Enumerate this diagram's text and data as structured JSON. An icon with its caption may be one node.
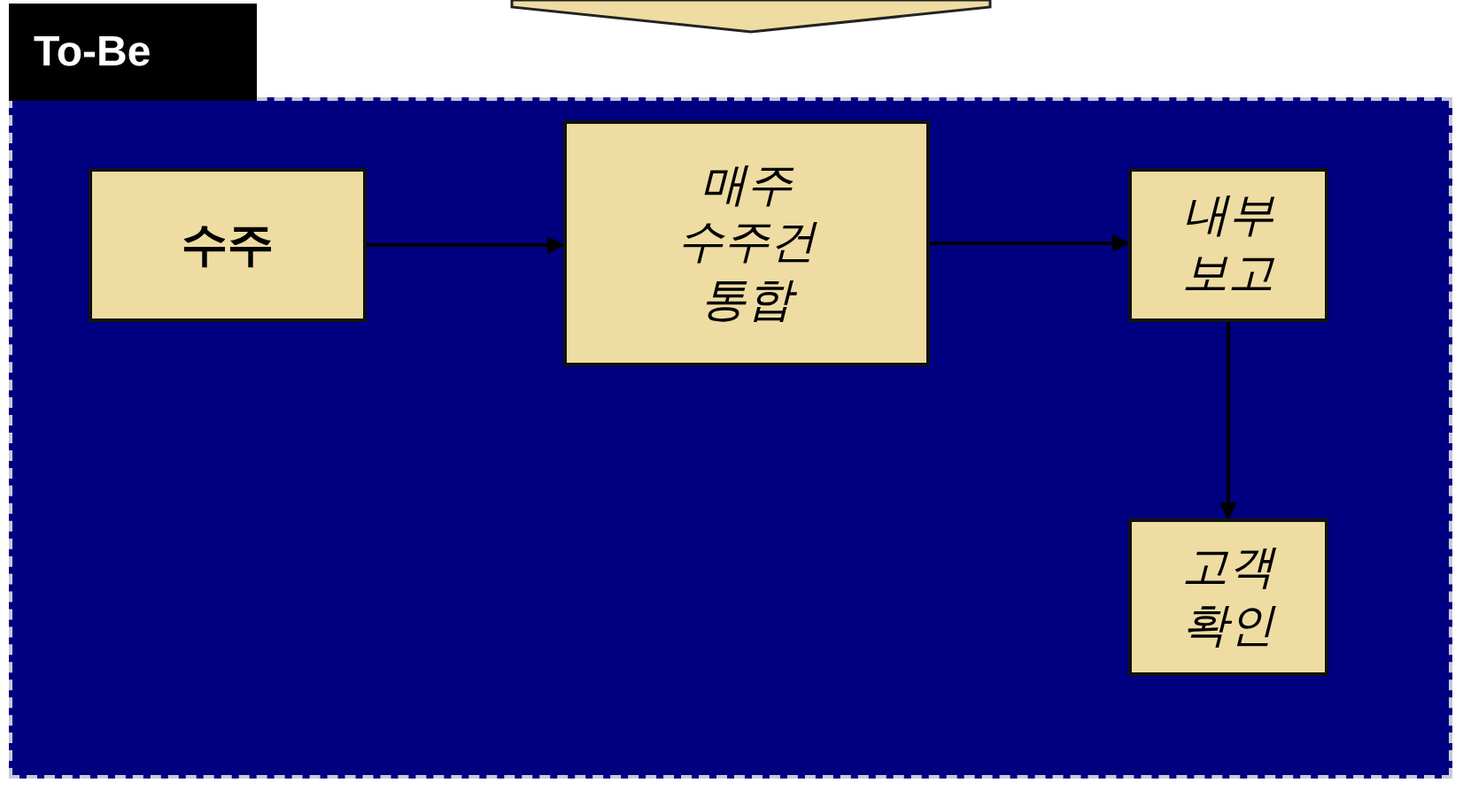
{
  "diagram": {
    "nodes": [
      {
        "text": [
          "To-Be"
        ]
      },
      {
        "text": [
          "수주"
        ],
        "in": 0
      },
      {
        "text": [
          "매주 수주건 통합"
        ],
        "in": 0
      },
      {
        "text": [
          "내부 보고"
        ],
        "in": 0
      },
      {
        "text": [
          "고객 확인"
        ],
        "in": 0
      }
    ],
    "edges": [
      {
        "from": 1,
        "to": 2,
        "arrow": "to"
      },
      {
        "from": 2,
        "to": 3,
        "arrow": "to"
      },
      {
        "from": 3,
        "to": 4,
        "arrow": "to"
      }
    ]
  }
}
